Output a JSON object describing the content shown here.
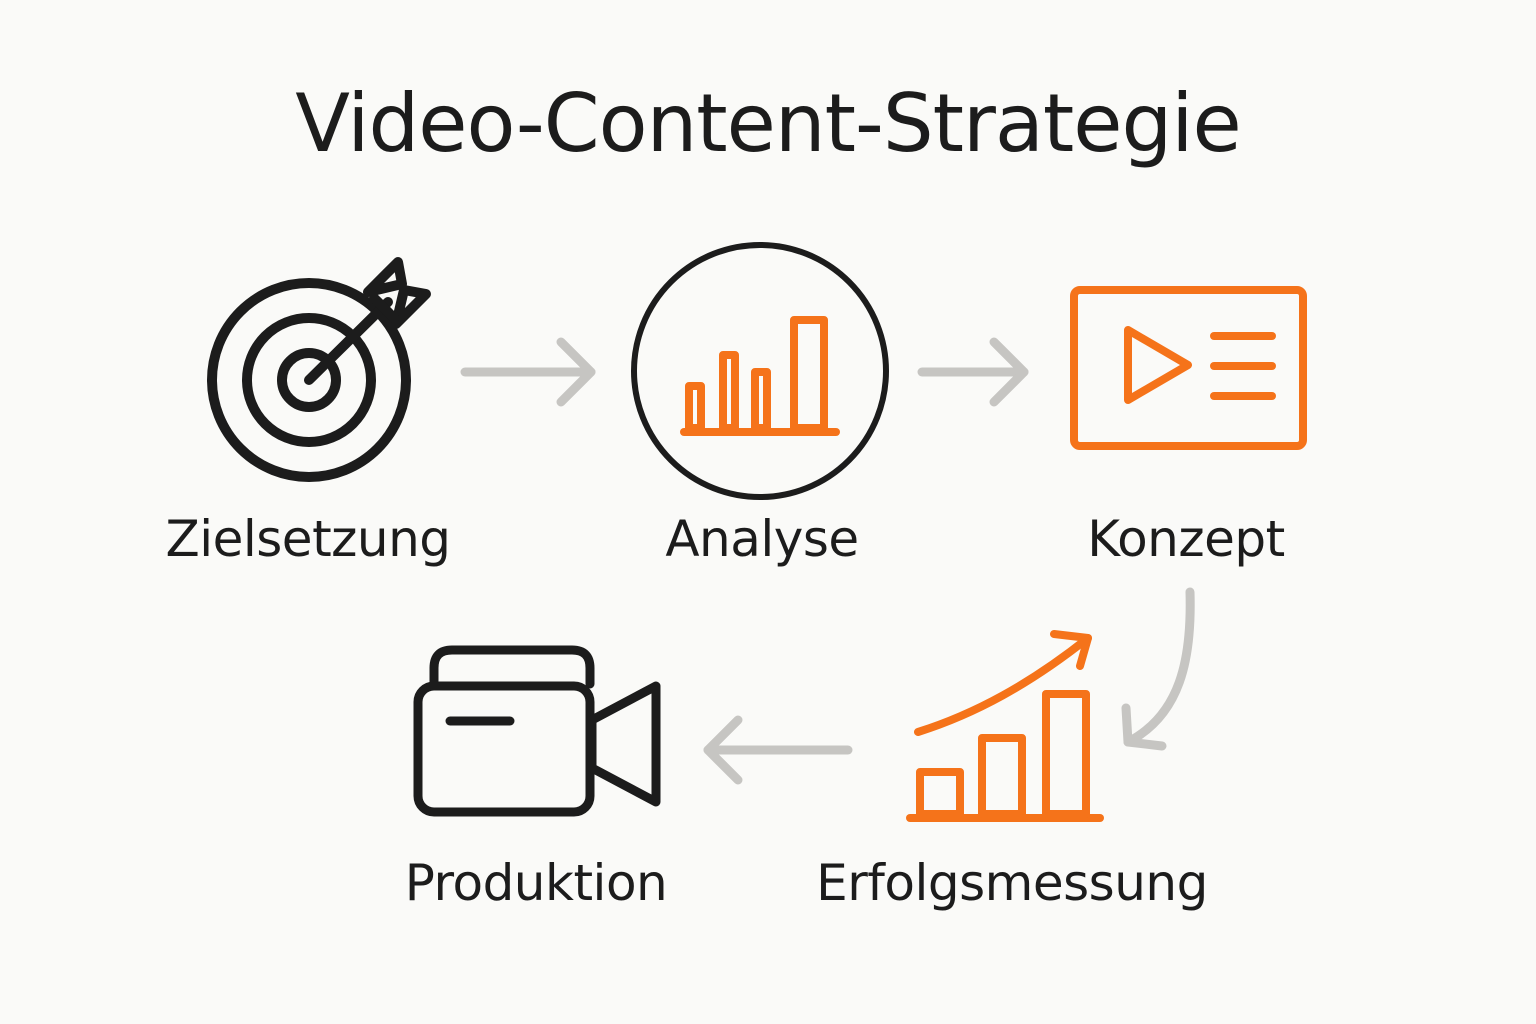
{
  "title": "Video-Content-Strategie",
  "colors": {
    "accent": "#f5731a",
    "dark": "#1c1c1c",
    "arrow": "#c6c5c2",
    "background": "#fafaf8"
  },
  "steps": [
    {
      "label": "Zielsetzung",
      "icon": "target-arrow-icon",
      "color": "#1c1c1c"
    },
    {
      "label": "Analyse",
      "icon": "bar-chart-circle-icon",
      "color": "#f5731a"
    },
    {
      "label": "Konzept",
      "icon": "video-playlist-icon",
      "color": "#f5731a"
    },
    {
      "label": "Erfolgsmessung",
      "icon": "growth-chart-icon",
      "color": "#f5731a"
    },
    {
      "label": "Produktion",
      "icon": "video-camera-icon",
      "color": "#1c1c1c"
    }
  ]
}
